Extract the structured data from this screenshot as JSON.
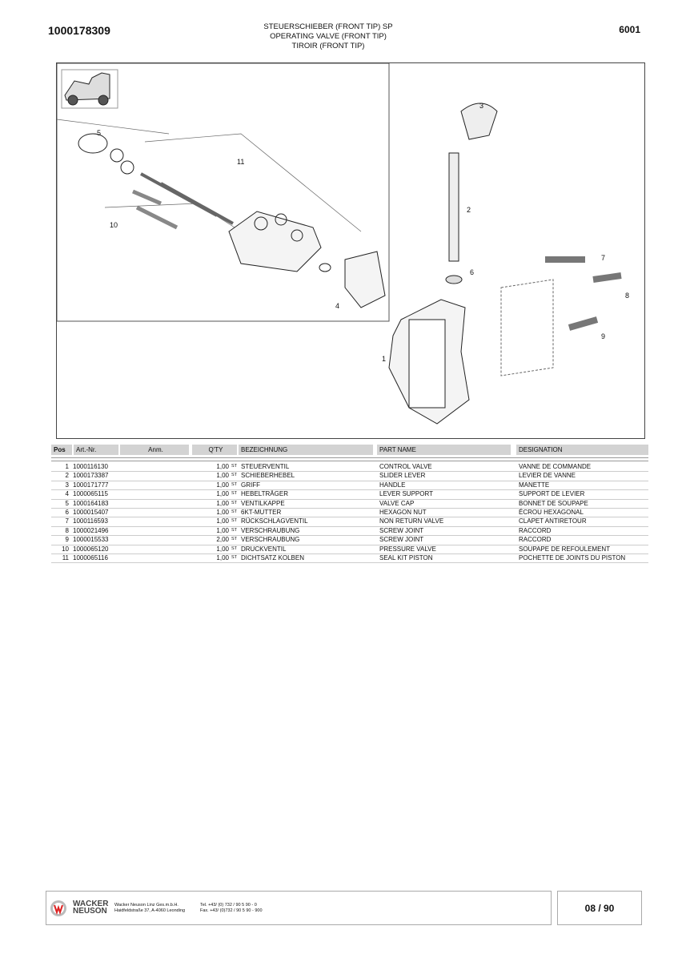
{
  "header": {
    "doc_number": "1000178309",
    "title_lines": [
      "STEUERSCHIEBER (FRONT TIP) SP",
      "OPERATING VALVE (FRONT TIP)",
      "TIROIR (FRONT TIP)"
    ],
    "code": "6001"
  },
  "drawing": {
    "callouts": [
      "1",
      "2",
      "3",
      "4",
      "5",
      "6",
      "7",
      "8",
      "9",
      "10",
      "11"
    ]
  },
  "table": {
    "headers": [
      "Pos",
      "Art.-Nr.",
      "Anm.",
      "Q'TY",
      "BEZEICHNUNG",
      "PART NAME",
      "DESIGNATION"
    ],
    "rows": [
      {
        "pos": "1",
        "art": "1000116130",
        "qty": "1,00",
        "unit": "ST",
        "de": "STEUERVENTIL",
        "en": "CONTROL VALVE",
        "fr": "VANNE DE COMMANDE"
      },
      {
        "pos": "2",
        "art": "1000173387",
        "qty": "1,00",
        "unit": "ST",
        "de": "SCHIEBERHEBEL",
        "en": "SLIDER LEVER",
        "fr": "LEVIER DE VANNE"
      },
      {
        "pos": "3",
        "art": "1000171777",
        "qty": "1,00",
        "unit": "ST",
        "de": "GRIFF",
        "en": "HANDLE",
        "fr": "MANETTE"
      },
      {
        "pos": "4",
        "art": "1000065115",
        "qty": "1,00",
        "unit": "ST",
        "de": "HEBELTRÄGER",
        "en": "LEVER SUPPORT",
        "fr": "SUPPORT DE LEVIER"
      },
      {
        "pos": "5",
        "art": "1000164183",
        "qty": "1,00",
        "unit": "ST",
        "de": "VENTILKAPPE",
        "en": "VALVE CAP",
        "fr": "BONNET DE SOUPAPE"
      },
      {
        "pos": "6",
        "art": "1000015407",
        "qty": "1,00",
        "unit": "ST",
        "de": "6KT-MUTTER",
        "en": "HEXAGON NUT",
        "fr": "ÉCROU HEXAGONAL"
      },
      {
        "pos": "7",
        "art": "1000116593",
        "qty": "1,00",
        "unit": "ST",
        "de": "RÜCKSCHLAGVENTIL",
        "en": "NON RETURN VALVE",
        "fr": "CLAPET ANTIRETOUR"
      },
      {
        "pos": "8",
        "art": "1000021496",
        "qty": "1,00",
        "unit": "ST",
        "de": "VERSCHRAUBUNG",
        "en": "SCREW JOINT",
        "fr": "RACCORD"
      },
      {
        "pos": "9",
        "art": "1000015533",
        "qty": "2,00",
        "unit": "ST",
        "de": "VERSCHRAUBUNG",
        "en": "SCREW JOINT",
        "fr": "RACCORD"
      },
      {
        "pos": "10",
        "art": "1000065120",
        "qty": "1,00",
        "unit": "ST",
        "de": "DRUCKVENTIL",
        "en": "PRESSURE VALVE",
        "fr": "SOUPAPE DE REFOULEMENT"
      },
      {
        "pos": "11",
        "art": "1000065116",
        "qty": "1,00",
        "unit": "ST",
        "de": "DICHTSATZ KOLBEN",
        "en": "SEAL KIT PISTON",
        "fr": "POCHETTE DE JOINTS DU PISTON"
      }
    ]
  },
  "footer": {
    "brand_line1": "WACKER",
    "brand_line2": "NEUSON",
    "company": "Wacker Neuson Linz  Ges.m.b.H.",
    "address": "Haidfeldstraße 37, A-4060 Leonding",
    "tel": "Tel. +43/ (0) 732 / 90 5 90 - 0",
    "fax": "Fax. +43/ (0)732 / 90 5 90 - 900",
    "page": "08 / 90"
  }
}
